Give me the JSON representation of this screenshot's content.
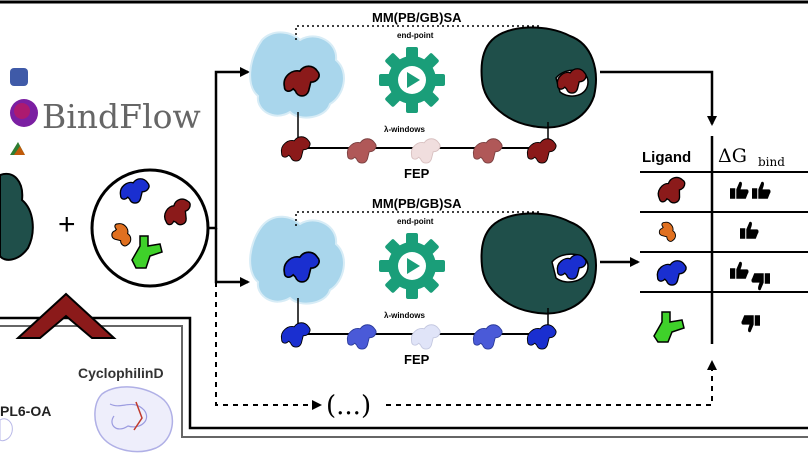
{
  "top_workflow": {
    "method_label": "MM(PB/GB)SA",
    "endpoint_label": "end-point",
    "windows_label": "λ-windows",
    "fep_label": "FEP"
  },
  "bottom_workflow": {
    "method_label": "MM(PB/GB)SA",
    "endpoint_label": "end-point",
    "windows_label": "λ-windows",
    "fep_label": "FEP"
  },
  "brand": {
    "name": "BindFlow"
  },
  "plus_sign": "+",
  "ellipsis": "(...)",
  "targets": {
    "left_partial": "PL6-OA",
    "right": "CyclophilinD"
  },
  "result_table": {
    "header_ligand": "Ligand",
    "header_dg": "ΔG",
    "header_dg_sub": "bind",
    "rows": [
      {
        "ligand_color": "#8b1a1a",
        "thumbs": "two-up"
      },
      {
        "ligand_color": "#e07020",
        "thumbs": "one-up"
      },
      {
        "ligand_color": "#1a2fd0",
        "thumbs": "up-and-down"
      },
      {
        "ligand_color": "#3fd12a",
        "thumbs": "one-down"
      }
    ]
  },
  "colors": {
    "play_gear": "#1a9e79",
    "protein": "#1f4f4a",
    "solvent": "#a9d6ec",
    "ligand_red": "#8b1a1a",
    "ligand_blue": "#1a2fd0",
    "ligand_orange": "#e07020",
    "ligand_green": "#3fd12a",
    "chevron": "#8b1a1a"
  }
}
